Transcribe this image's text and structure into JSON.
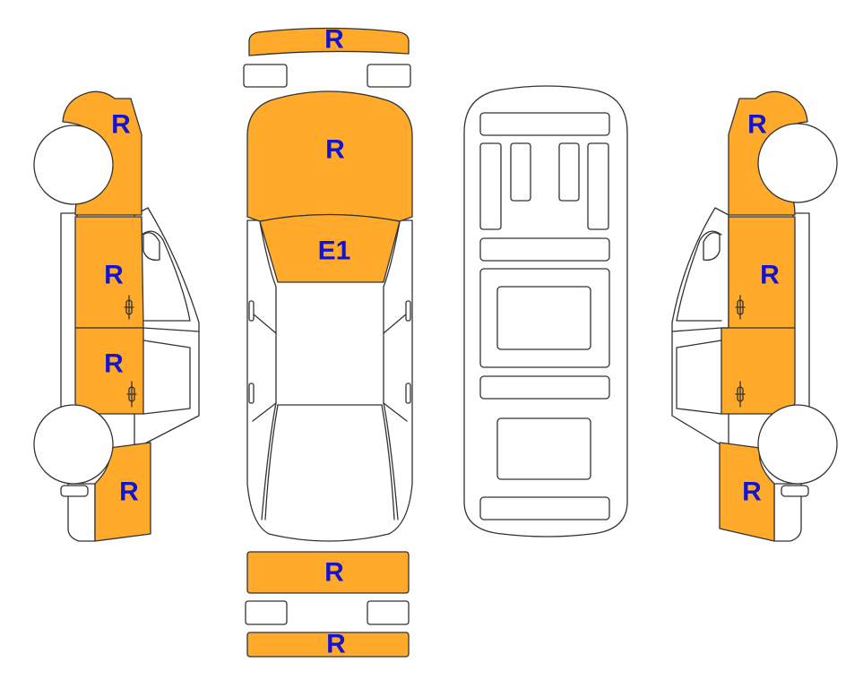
{
  "colors": {
    "damage_fill": "#FFAA2B",
    "outline": "#333333",
    "label": "#1414CC",
    "background": "#FFFFFF"
  },
  "labels": {
    "front_bumper": "R",
    "hood": "R",
    "windshield": "E1",
    "rear_bumper": "R",
    "rear_lower_bumper": "R",
    "left_front_fender": "R",
    "left_front_door": "R",
    "left_rear_door": "R",
    "left_rear_quarter": "R",
    "right_front_fender": "R",
    "right_front_door": "R",
    "right_rear_quarter": "R"
  }
}
